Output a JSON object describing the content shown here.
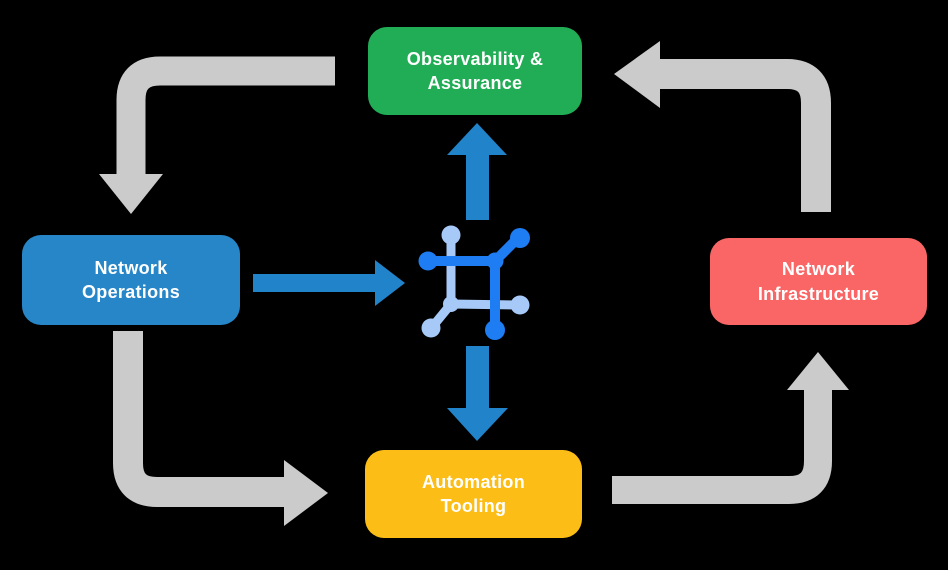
{
  "diagram": {
    "type": "flow-diagram",
    "background": "#000000",
    "nodes": {
      "observability": {
        "label": "Observability &\nAssurance",
        "color": "#21AC56",
        "text_color": "#FFFFFF"
      },
      "operations": {
        "label": "Network\nOperations",
        "color": "#2786C7",
        "text_color": "#FFFFFF"
      },
      "infrastructure": {
        "label": "Network\nInfrastructure",
        "color": "#FA6666",
        "text_color": "#FFFFFF"
      },
      "automation": {
        "label": "Automation\nTooling",
        "color": "#FCBD17",
        "text_color": "#FFFFFF"
      }
    },
    "center_icon": {
      "name": "network-automation-icon",
      "color_primary": "#1E7DF2",
      "color_secondary": "#A6C9F7"
    },
    "arrow_colors": {
      "blue": "#2183C9",
      "gray": "#CBCBCB"
    },
    "flows": [
      {
        "from": "observability",
        "to": "operations",
        "style": "gray-elbow"
      },
      {
        "from": "operations",
        "to": "automation",
        "style": "gray-elbow"
      },
      {
        "from": "automation",
        "to": "infrastructure",
        "style": "gray-elbow"
      },
      {
        "from": "infrastructure",
        "to": "observability",
        "style": "gray-elbow"
      },
      {
        "from": "operations",
        "to": "center-icon",
        "style": "blue-straight"
      },
      {
        "from": "center-icon",
        "to": "observability",
        "style": "blue-straight"
      },
      {
        "from": "center-icon",
        "to": "automation",
        "style": "blue-straight"
      }
    ]
  }
}
